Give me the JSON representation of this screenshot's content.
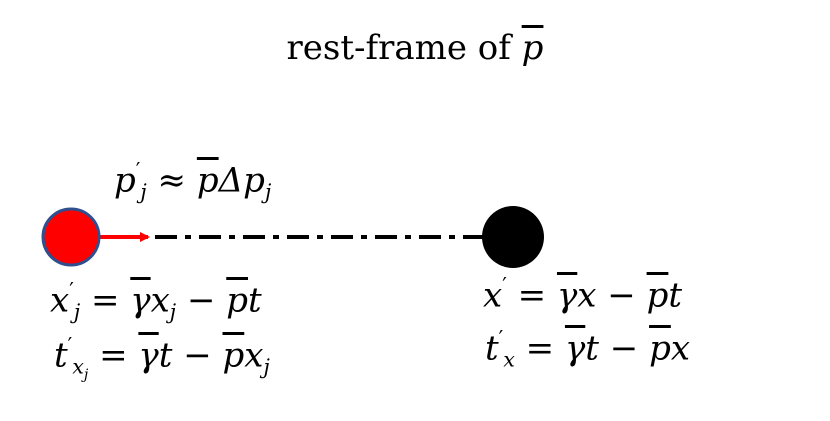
{
  "title": {
    "prefix": "rest-frame of ",
    "symbol": "p"
  },
  "momentum_label": {
    "lhs": "p",
    "sub": "j",
    "approx": "≈",
    "rhs_bar": "p",
    "rhs_rest": "Δp",
    "rhs_sub": "j"
  },
  "left_eq1": {
    "lhs": "x",
    "sub": "j",
    "eq": "=",
    "gamma": "γ",
    "x": "x",
    "xsub": "j",
    "minus": "−",
    "pbar": "p",
    "t": "t"
  },
  "left_eq2": {
    "lhs": "t",
    "sub": "x",
    "subsub": "j",
    "eq": "=",
    "gamma": "γ",
    "t": "t",
    "minus": "−",
    "pbar": "p",
    "x": "x",
    "xsub": "j"
  },
  "right_eq1": {
    "lhs": "x",
    "eq": "=",
    "gamma": "γ",
    "x": "x",
    "minus": "−",
    "pbar": "p",
    "t": "t"
  },
  "right_eq2": {
    "lhs": "t",
    "sub": "x",
    "eq": "=",
    "gamma": "γ",
    "t": "t",
    "minus": "−",
    "pbar": "p",
    "x": "x"
  },
  "colors": {
    "left_particle": "#ff0000",
    "left_particle_stroke": "#2f4f8f",
    "arrow": "#ff0000",
    "right_particle": "#000000",
    "line": "#000000"
  }
}
